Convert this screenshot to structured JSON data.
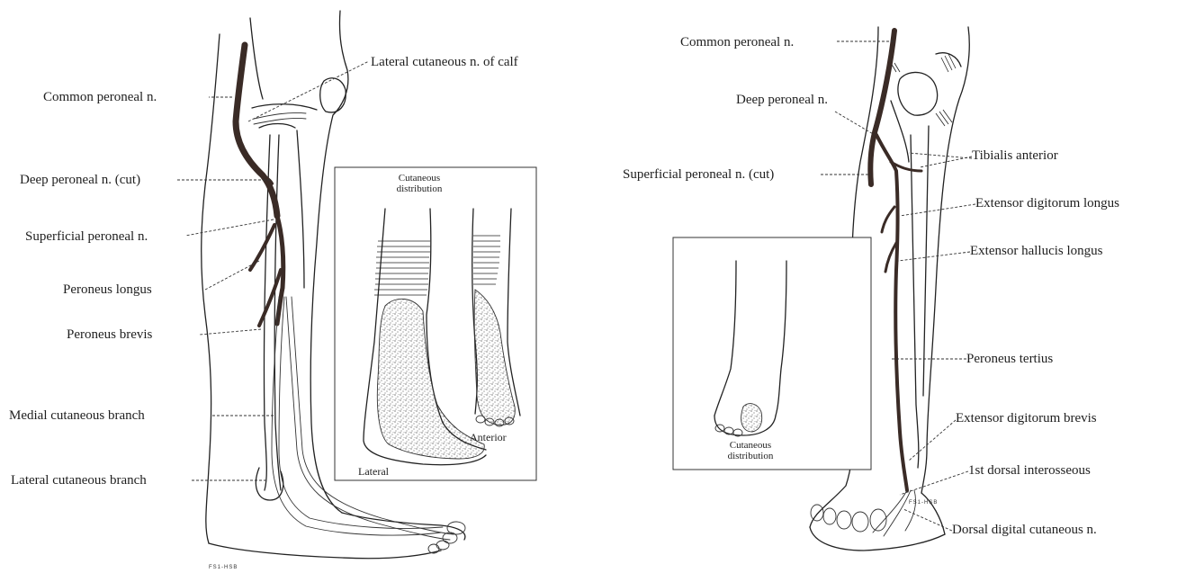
{
  "left_panel": {
    "labels": {
      "lateral_cutaneous_calf": "Lateral cutaneous n. of calf",
      "common_peroneal": "Common peroneal n.",
      "deep_peroneal_cut": "Deep peroneal n. (cut)",
      "superficial_peroneal": "Superficial peroneal n.",
      "peroneus_longus": "Peroneus longus",
      "peroneus_brevis": "Peroneus brevis",
      "medial_cutaneous_branch": "Medial cutaneous branch",
      "lateral_cutaneous_branch": "Lateral cutaneous branch"
    },
    "inset": {
      "title": "Cutaneous distribution",
      "lateral": "Lateral",
      "anterior": "Anterior"
    },
    "signature": "FS1-HSB"
  },
  "right_panel": {
    "labels": {
      "common_peroneal": "Common peroneal n.",
      "deep_peroneal": "Deep peroneal n.",
      "superficial_peroneal_cut": "Superficial peroneal n. (cut)",
      "tibialis_anterior": "Tibialis anterior",
      "extensor_digitorum_longus": "Extensor digitorum longus",
      "extensor_hallucis_longus": "Extensor hallucis longus",
      "peroneus_tertius": "Peroneus tertius",
      "extensor_digitorum_brevis": "Extensor digitorum brevis",
      "first_dorsal_interosseous": "1st dorsal interosseous",
      "dorsal_digital_cutaneous": "Dorsal digital cutaneous n."
    },
    "inset": {
      "title": "Cutaneous distribution"
    },
    "signature": "FS1-HSB"
  }
}
